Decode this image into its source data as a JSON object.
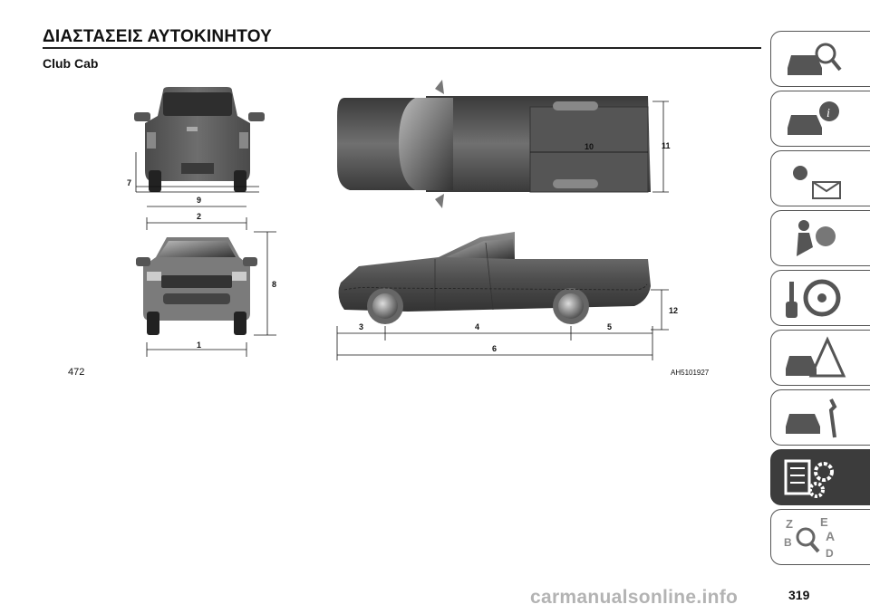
{
  "header": {
    "title": "ΔΙΑΣΤΑΣΕΙΣ ΑΥΤΟΚΙΝΗΤΟΥ",
    "subtitle": "Club Cab"
  },
  "figure": {
    "number": "472",
    "code": "AH5101927",
    "dimension_labels": [
      "1",
      "2",
      "3",
      "4",
      "5",
      "6",
      "7",
      "8",
      "9",
      "10",
      "11",
      "12"
    ]
  },
  "page_number": "319",
  "watermark": "carmanualsonline.info",
  "sidebar": {
    "tabs": [
      {
        "icon": "car-search-icon"
      },
      {
        "icon": "car-info-icon"
      },
      {
        "icon": "warning-lights-mail-icon"
      },
      {
        "icon": "airbag-seat-icon"
      },
      {
        "icon": "key-steering-wheel-icon"
      },
      {
        "icon": "car-hazard-triangle-icon"
      },
      {
        "icon": "car-wrench-icon"
      },
      {
        "icon": "specs-gears-icon",
        "active": true
      },
      {
        "icon": "index-search-icon"
      }
    ]
  },
  "colors": {
    "tab_active": "#3c3c3c",
    "body_dark": "#555555",
    "body_light": "#9a9a9a"
  }
}
